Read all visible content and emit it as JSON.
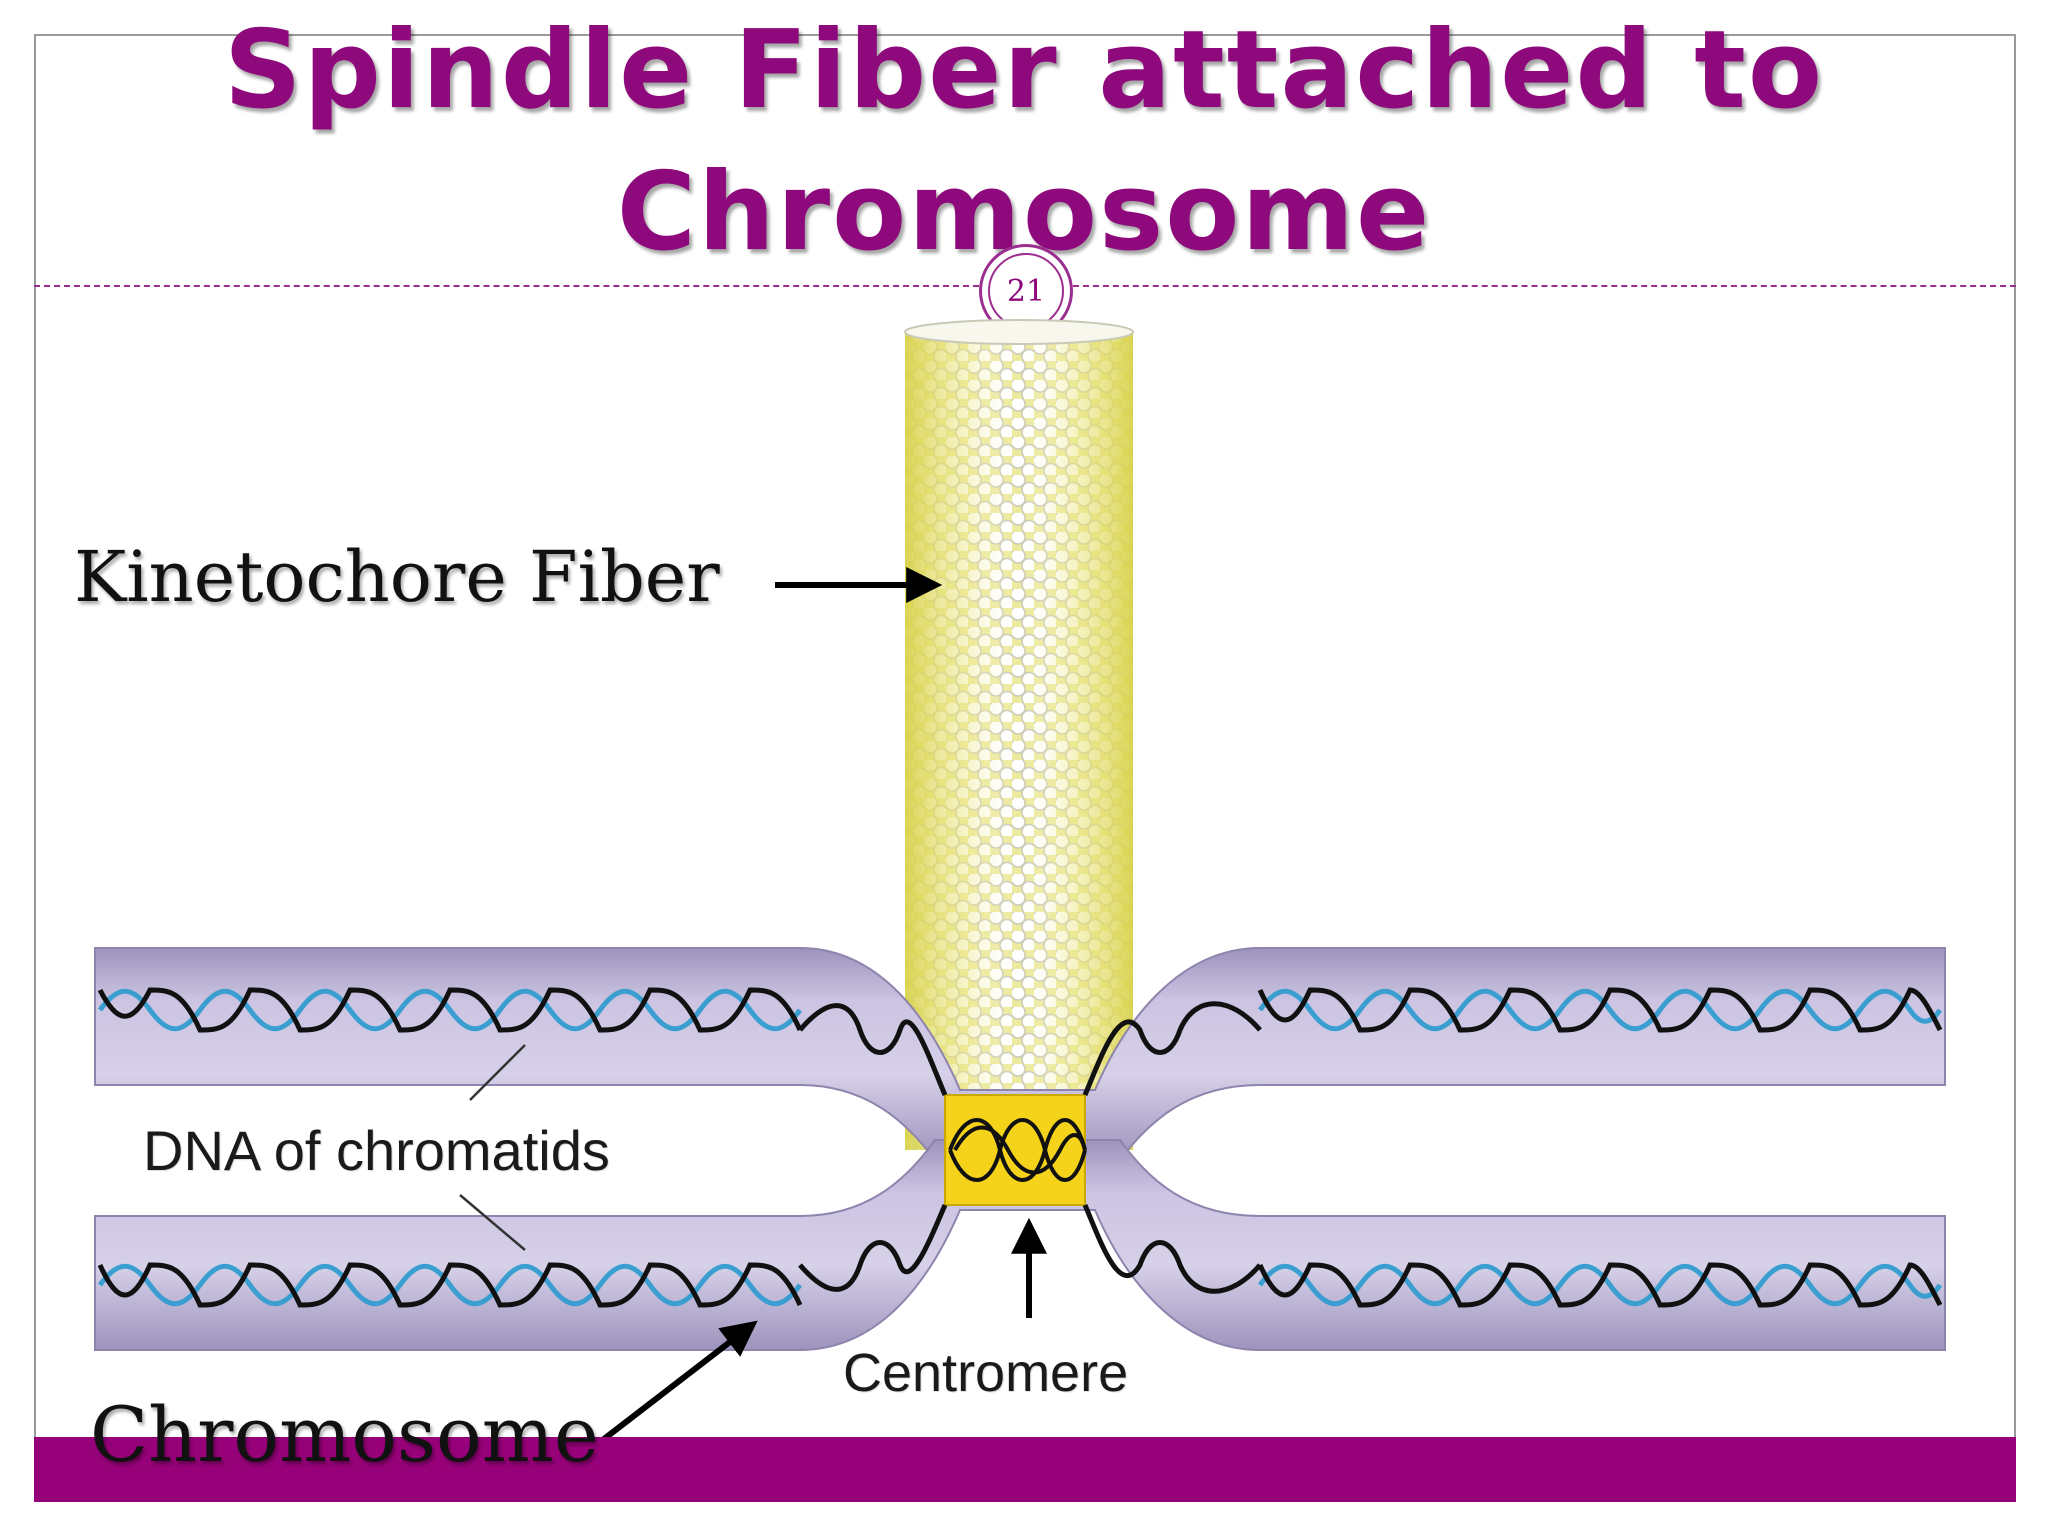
{
  "slide": {
    "title_line1": "Spindle Fiber attached to",
    "title_line2": "Chromosome",
    "page_number": "21"
  },
  "labels": {
    "kinetochore_fiber": "Kinetochore Fiber",
    "dna_of_chromatids": "DNA of chromatids",
    "centromere": "Centromere",
    "chromosome": "Chromosome"
  },
  "colors": {
    "title": "#8e0a7c",
    "accent_bar": "#960078",
    "fiber_yellow": "#e6e27a",
    "centromere_yellow": "#f5d31a",
    "chromatid_lavender": "#bdb3d6",
    "dna_black": "#111111",
    "dna_blue": "#3a9fd0"
  }
}
